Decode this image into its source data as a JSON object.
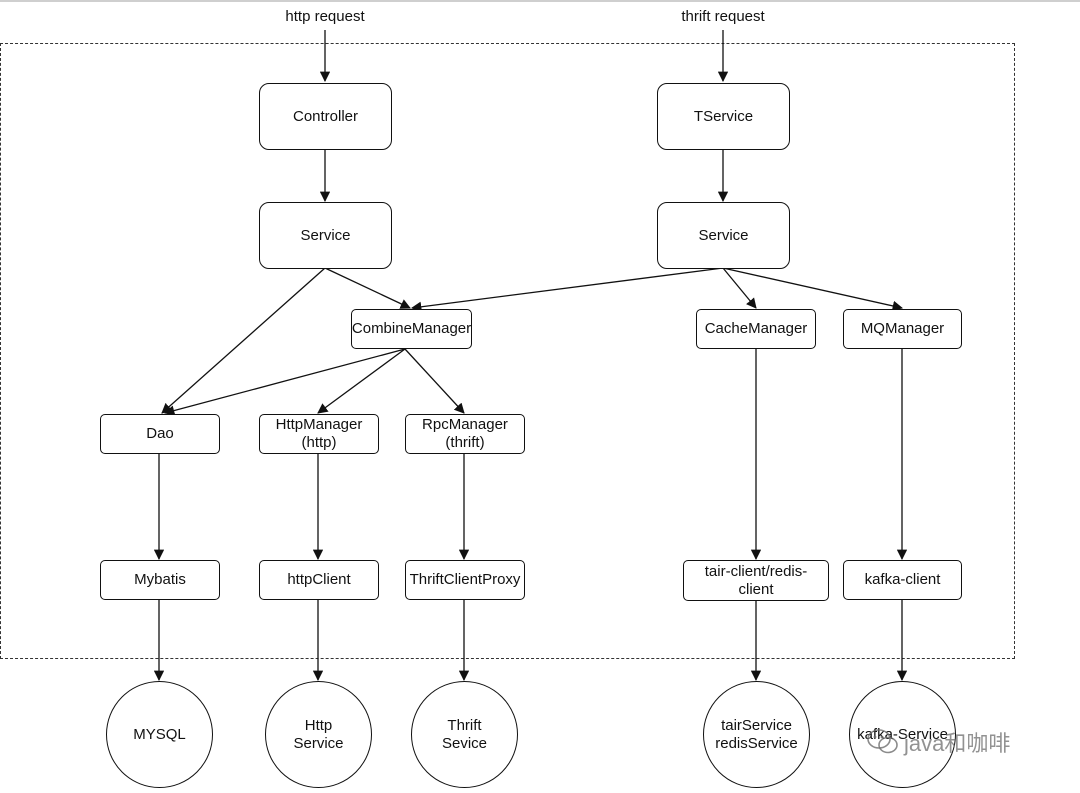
{
  "requests": {
    "http": "http request",
    "thrift": "thrift request"
  },
  "nodes": {
    "controller": "Controller",
    "tservice": "TService",
    "service_left": "Service",
    "service_right": "Service",
    "combine_manager": "CombineManager",
    "cache_manager": "CacheManager",
    "mq_manager": "MQManager",
    "dao": "Dao",
    "http_manager": "HttpManager\n(http)",
    "rpc_manager": "RpcManager\n(thrift)",
    "mybatis": "Mybatis",
    "http_client": "httpClient",
    "thrift_client_proxy": "ThriftClientProxy",
    "tair_redis_client": "tair-client/redis-\nclient",
    "kafka_client": "kafka-client"
  },
  "stores": {
    "mysql": "MYSQL",
    "http_service": "Http\nService",
    "thrift_service": "Thrift\nSevice",
    "tair_redis_service": "tairService\nredisService",
    "kafka_service": "kafka-Service"
  },
  "watermark": {
    "text": "java和咖啡",
    "icon": "wechat-icon"
  }
}
